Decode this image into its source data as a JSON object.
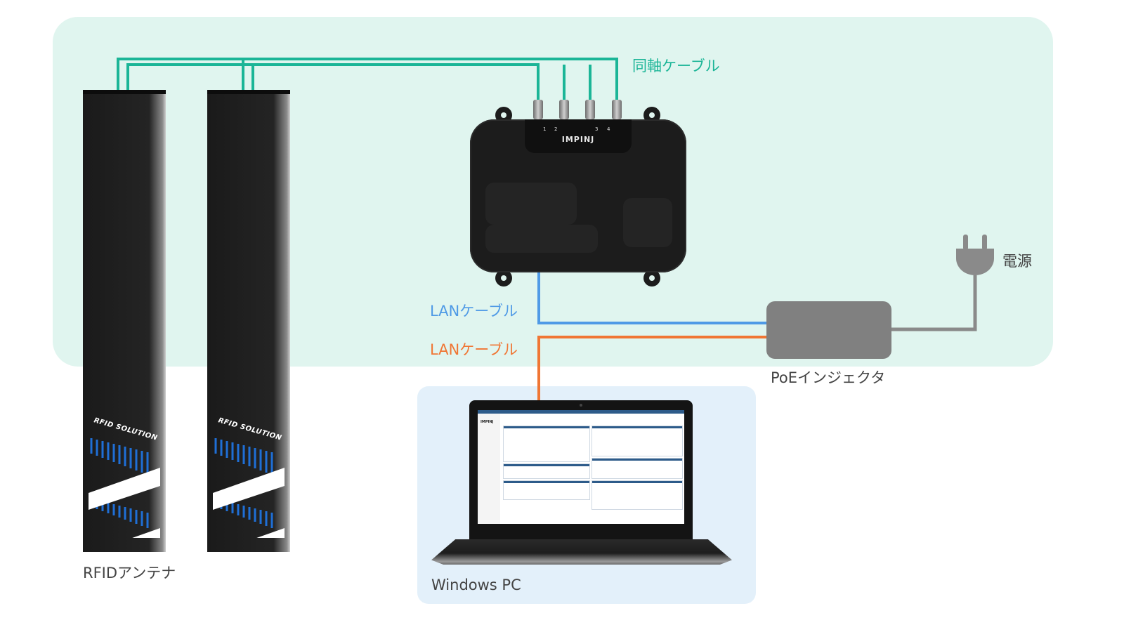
{
  "labels": {
    "coax": "同軸ケーブル",
    "lan_blue": "LANケーブル",
    "lan_orange": "LANケーブル",
    "power": "電源",
    "poe": "PoEインジェクタ",
    "antenna": "RFIDアンテナ",
    "pc": "Windows PC"
  },
  "reader": {
    "brand": "IMPINJ",
    "ports": [
      "1",
      "2",
      "3",
      "4"
    ]
  },
  "antenna": {
    "brand": "RFID SOLUTION"
  },
  "colors": {
    "coax": "#1bb597",
    "lan_blue": "#4f9ae6",
    "lan_orange": "#f07634",
    "power_cable": "#8a8a8a",
    "zone_network": "#e0f5ef",
    "zone_pc": "#e3f0fa"
  },
  "icons": [
    "power-plug-icon",
    "rfid-reader",
    "rfid-antenna",
    "laptop",
    "poe-injector"
  ]
}
